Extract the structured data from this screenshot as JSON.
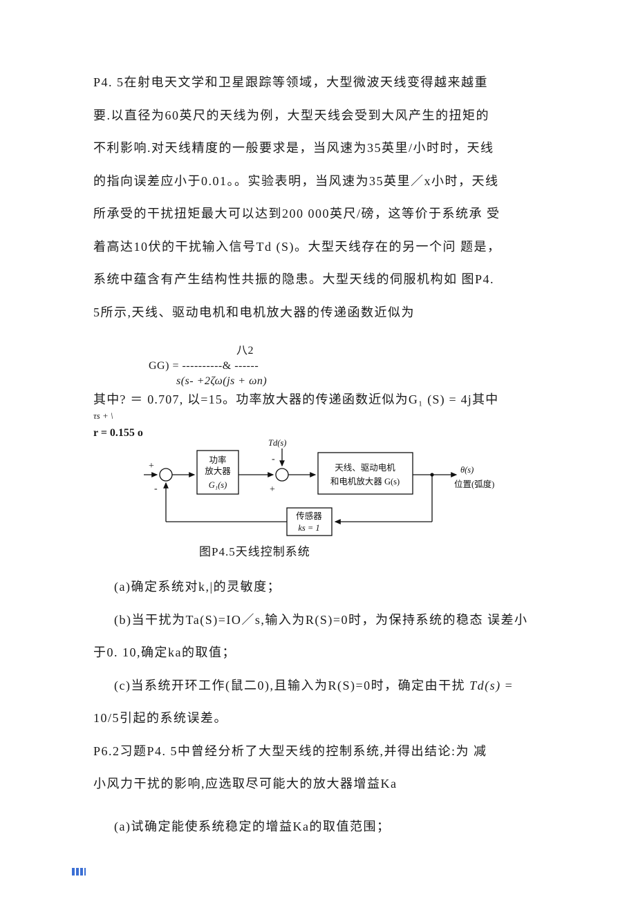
{
  "doc": {
    "intro": [
      "P4. 5在射电天文学和卫星跟踪等领域，大型微波天线变得越来越重",
      "要.以直径为60英尺的天线为例，大型天线会受到大风产生的扭矩的",
      "不利影响.对天线精度的一般要求是，当风速为35英里/小时时，天线",
      "的指向误差应小于0.01。。实验表明，当风速为35英里／x小时，天线",
      "所承受的干扰扭矩最大可以达到200 000英尺/磅，这等价于系统承 受",
      "着高达10伏的干扰输入信号Td (S)。大型天线存在的另一个问 题是，",
      "系统中蕴含有产生结构性共振的隐患。大型天线的伺服机构如 图P4.",
      "5所示,天线、驱动电机和电机放大器的传递函数近似为"
    ],
    "formula": {
      "numerator": "八2",
      "lhs": "GG) =",
      "bar": "----------& ------",
      "denominator": "s(s- +2ζω(js + ωn)"
    },
    "params": {
      "line1": "其中? ＝ 0.707, 以=15。功率放大器的传递函数近似为G₁ (S) = 4j其中",
      "line2": "τs + \\",
      "line3": "r = 0.155 o"
    },
    "diagram": {
      "input_plus": "+",
      "input_minus": "-",
      "disturbance": "Td(s)",
      "sum2_minus": "-",
      "sum2_plus": "+",
      "amp_line1": "功率",
      "amp_line2": "放大器",
      "amp_line3": "G₁(s)",
      "plant_line1": "天线、驱动电机",
      "plant_line2": "和电机放大器 G(s)",
      "output_theta": "θ(s)",
      "output_unit": "位置(弧度)",
      "sensor_line1": "传感器",
      "sensor_line2": "ks = 1",
      "caption": "图P4.5天线控制系统"
    },
    "questions": {
      "a": "(a)确定系统对k,|的灵敏度；",
      "b1": "(b)当干扰为Ta(S)=IO／s,输入为R(S)=0时，为保持系统的稳态 误差小",
      "b2": "于0. 10,确定ka的取值；",
      "c1_pre": "(c)当系统开环工作(鼠二0),且输入为R(S)=0时，确定由干扰 ",
      "c1_tds": "Td(s)",
      "c1_eq": " =",
      "c2": "10/5引起的系统误差。"
    },
    "p62": {
      "line1": "P6.2习题P4. 5中曾经分析了大型天线的控制系统,并得出结论:为 减",
      "line2": "小风力干扰的影响,应选取尽可能大的放大器增益Ka",
      "qa": "(a)试确定能使系统稳定的增益Ka的取值范围；"
    }
  }
}
